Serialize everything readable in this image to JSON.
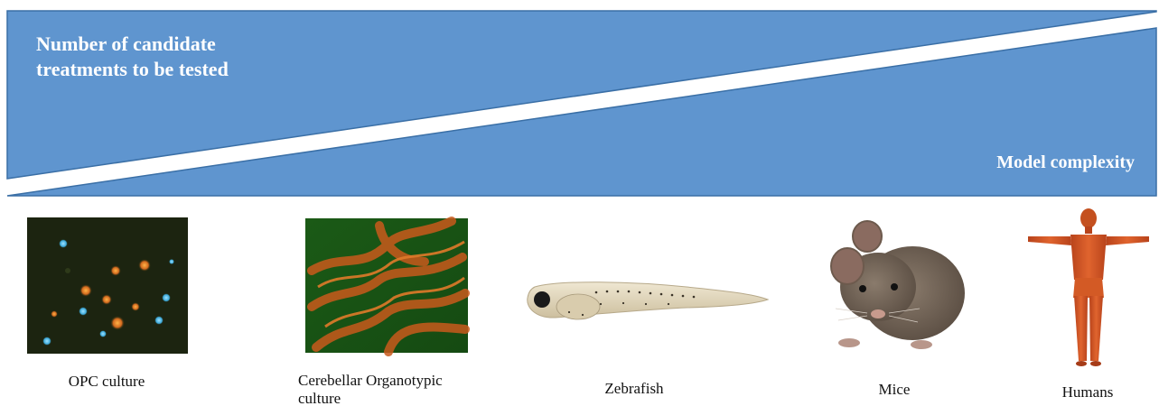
{
  "top_wedge_label": [
    "Number of candidate",
    "treatments to be tested"
  ],
  "bottom_wedge_label": "Model complexity",
  "colors": {
    "wedge_fill": "#5f95cf",
    "wedge_stroke": "#3a6fa6",
    "divider": "#ffffff"
  },
  "models": [
    {
      "id": "opc",
      "caption": [
        "OPC culture"
      ],
      "icon": "opc-culture-micrograph"
    },
    {
      "id": "organotypic",
      "caption": [
        "Cerebellar Organotypic",
        "culture"
      ],
      "icon": "cerebellar-slice-micrograph"
    },
    {
      "id": "zebrafish",
      "caption": [
        "Zebrafish"
      ],
      "icon": "zebrafish-larva"
    },
    {
      "id": "mice",
      "caption": [
        "Mice"
      ],
      "icon": "mouse"
    },
    {
      "id": "humans",
      "caption": [
        "Humans"
      ],
      "icon": "human-anatomy-figure"
    }
  ]
}
